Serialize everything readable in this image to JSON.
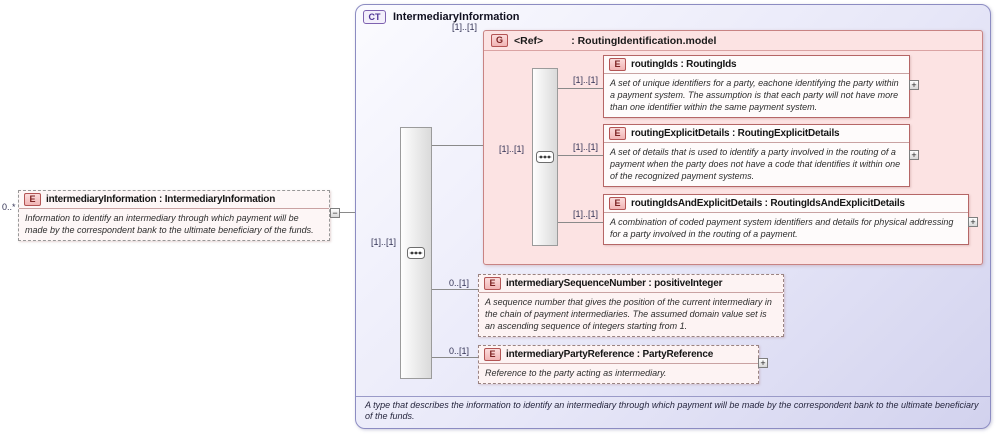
{
  "icons": {
    "expand": "+",
    "collapse": "−"
  },
  "left_element": {
    "badge": "E",
    "cardinality": "0..*",
    "title": "intermediaryInformation : IntermediaryInformation",
    "description": "Information to identify an intermediary through which payment will be made by the correspondent bank to the ultimate beneficiary of the funds."
  },
  "complex_type": {
    "badge": "CT",
    "title": "IntermediaryInformation",
    "footer": "A type that describes the information to identify an intermediary through which payment will be made by the correspondent bank to the ultimate beneficiary of the funds.",
    "sequence": {
      "cardinality": "[1]..[1]"
    },
    "group": {
      "badge": "G",
      "cardinality": "[1]..[1]",
      "ref": "<Ref>",
      "type": ": RoutingIdentification.model",
      "sequence": {
        "cardinality": "[1]..[1]"
      },
      "children": [
        {
          "badge": "E",
          "cardinality": "[1]..[1]",
          "title": "routingIds : RoutingIds",
          "description": "A set of unique identifiers for a party, eachone identifying the party within a payment system. The assumption is that each party will not have more than one identifier within the same payment system."
        },
        {
          "badge": "E",
          "cardinality": "[1]..[1]",
          "title": "routingExplicitDetails : RoutingExplicitDetails",
          "description": "A set of details that is used to identify a party involved in the routing of a payment when the party does not have a code that identifies it within one of the recognized payment systems."
        },
        {
          "badge": "E",
          "cardinality": "[1]..[1]",
          "title": "routingIdsAndExplicitDetails : RoutingIdsAndExplicitDetails",
          "description": "A combination of coded payment system identifiers and details for physical addressing for a party involved in the routing of a payment."
        }
      ]
    },
    "elements": [
      {
        "badge": "E",
        "cardinality": "0..[1]",
        "title": "intermediarySequenceNumber : positiveInteger",
        "description": "A sequence number that gives the position of the current intermediary in the chain of payment intermediaries. The assumed domain value set is an ascending sequence of integers starting from 1."
      },
      {
        "badge": "E",
        "cardinality": "0..[1]",
        "title": "intermediaryPartyReference : PartyReference",
        "description": "Reference to the party acting as intermediary."
      }
    ]
  }
}
